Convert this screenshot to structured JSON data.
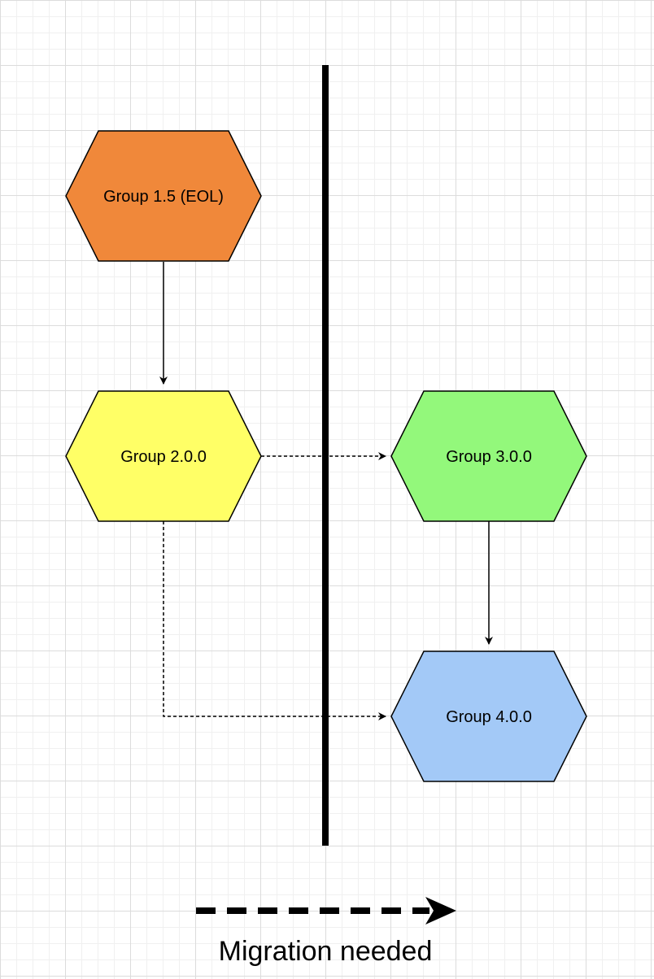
{
  "nodes": {
    "group_1_5": {
      "label": "Group 1.5 (EOL)",
      "color": "#f0883a"
    },
    "group_2_0_0": {
      "label": "Group 2.0.0",
      "color": "#ffff66"
    },
    "group_3_0_0": {
      "label": "Group 3.0.0",
      "color": "#93f87b"
    },
    "group_4_0_0": {
      "label": "Group 4.0.0",
      "color": "#a3c9f7"
    }
  },
  "edges": [
    {
      "from": "Group 1.5 (EOL)",
      "to": "Group 2.0.0",
      "style": "solid"
    },
    {
      "from": "Group 2.0.0",
      "to": "Group 3.0.0",
      "style": "dashed"
    },
    {
      "from": "Group 2.0.0",
      "to": "Group 4.0.0",
      "style": "dashed"
    },
    {
      "from": "Group 3.0.0",
      "to": "Group 4.0.0",
      "style": "solid"
    }
  ],
  "legend": {
    "label": "Migration needed",
    "line_style": "dashed"
  },
  "colors": {
    "stroke": "#000000",
    "divider": "#000000"
  }
}
